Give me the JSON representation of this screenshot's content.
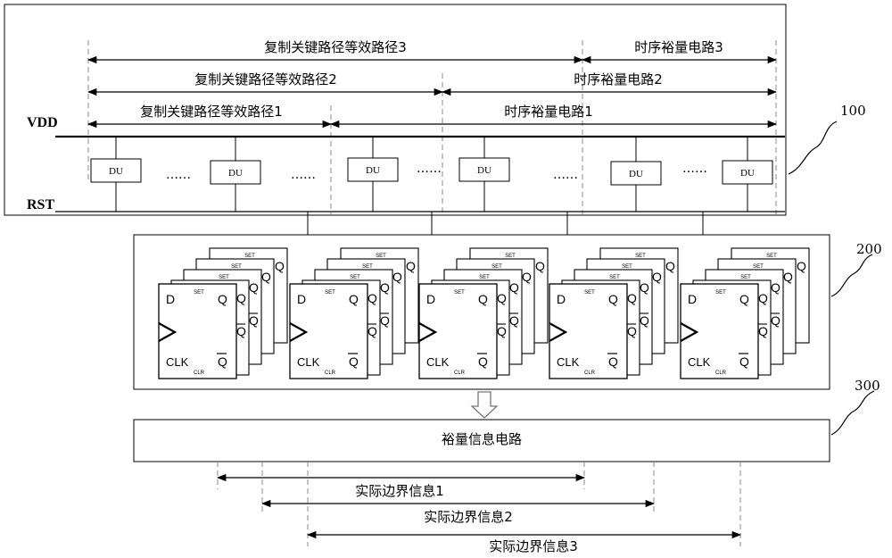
{
  "rails": {
    "vdd": "VDD",
    "rst": "RST"
  },
  "du_label": "DU",
  "dots": "……",
  "paths": [
    {
      "label": "复制关键路径等效路径3"
    },
    {
      "label": "复制关键路径等效路径2"
    },
    {
      "label": "复制关键路径等效路径1"
    }
  ],
  "margins": [
    {
      "label": "时序裕量电路3"
    },
    {
      "label": "时序裕量电路2"
    },
    {
      "label": "时序裕量电路1"
    }
  ],
  "refs": {
    "r100": "100",
    "r200": "200",
    "r300": "300"
  },
  "flipflop": {
    "d": "D",
    "q": "Q",
    "qbar": "Q",
    "clk": "CLK",
    "set": "SET",
    "clr": "CLR"
  },
  "info_block": {
    "label": "裕量信息电路"
  },
  "boundaries": [
    {
      "label": "实际边界信息1"
    },
    {
      "label": "实际边界信息2"
    },
    {
      "label": "实际边界信息3"
    }
  ]
}
